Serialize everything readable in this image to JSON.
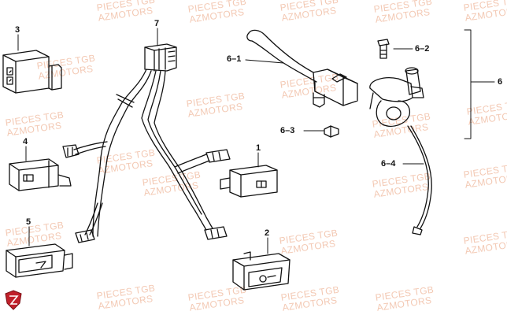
{
  "watermark": {
    "line1": "PIECES TGB",
    "line2": "AZMOTORS"
  },
  "callouts": {
    "c1": "1",
    "c2": "2",
    "c3": "3",
    "c4": "4",
    "c5": "5",
    "c6": "6",
    "c7": "7",
    "c6_1": "6–1",
    "c6_2": "6–2",
    "c6_3": "6–3",
    "c6_4": "6–4"
  },
  "colors": {
    "line": "#111111",
    "watermark": "#f3c9b4",
    "logo_red": "#c0202a"
  },
  "logo_icon": "azmotors-shield-logo"
}
